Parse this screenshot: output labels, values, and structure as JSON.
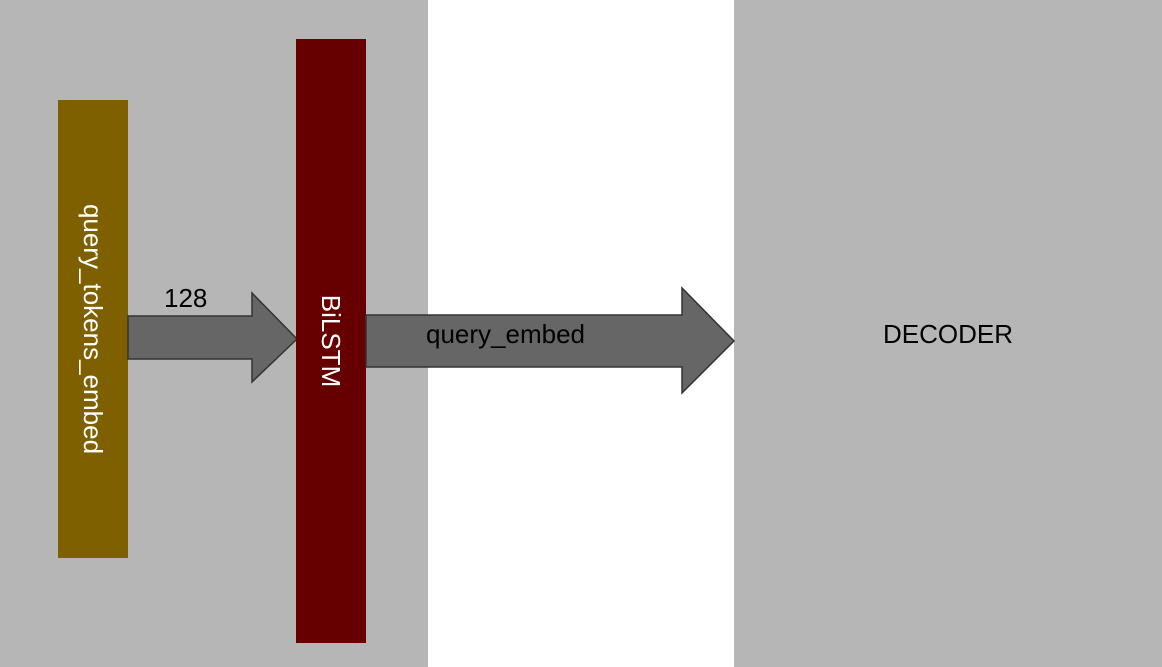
{
  "diagram": {
    "encoder_region": {
      "color": "#b6b6b6"
    },
    "decoder_region": {
      "label": "DECODER",
      "color": "#b6b6b6"
    },
    "query_tokens_embed": {
      "label": "query_tokens_embed",
      "color": "#7f6000",
      "text_color": "#ffffff"
    },
    "bilstm": {
      "label": "BiLSTM",
      "color": "#660000",
      "text_color": "#ffffff"
    },
    "arrow_embed_to_bilstm": {
      "label": "128",
      "color": "#666666"
    },
    "arrow_bilstm_to_decoder": {
      "label": "query_embed",
      "color": "#666666"
    }
  }
}
